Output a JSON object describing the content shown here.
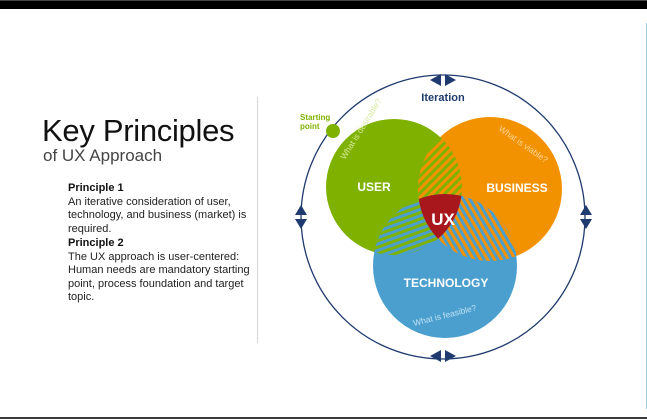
{
  "slide": {
    "title": "Key Principles",
    "subtitle": "of UX Approach",
    "principles": [
      {
        "heading": "Principle 1",
        "text": "An iterative consideration of user, technology, and business (market) is required."
      },
      {
        "heading": "Principle 2",
        "text": "The UX approach is user-centered: Human needs are mandatory starting point, process foundation and target topic."
      }
    ]
  },
  "diagram": {
    "cycle_label": "Iteration",
    "start_label_1": "Starting",
    "start_label_2": "point",
    "center_label": "UX",
    "circles": {
      "user": {
        "label": "USER",
        "question": "What is desirable?",
        "color": "#7fb100"
      },
      "business": {
        "label": "BUSINESS",
        "question": "What is viable?",
        "color": "#f39200"
      },
      "technology": {
        "label": "TECHNOLOGY",
        "question": "What is feasible?",
        "color": "#4a9fcf"
      }
    },
    "colors": {
      "ring": "#1f3a6e",
      "ux": "#a8171c"
    }
  }
}
